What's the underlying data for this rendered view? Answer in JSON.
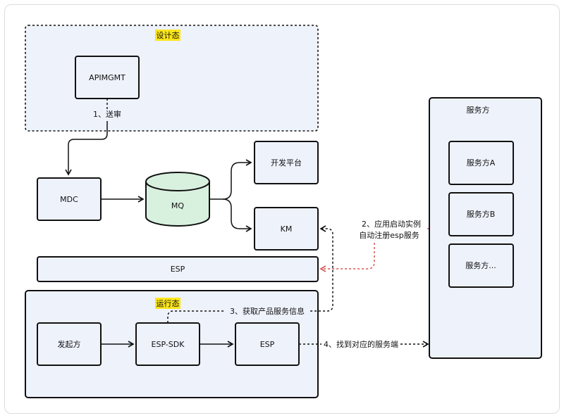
{
  "colors": {
    "box_fill": "#eef2fb",
    "mq_fill": "#d8f1df",
    "highlight": "#fce61a",
    "red_link": "#d9534f",
    "stroke": "#111111"
  },
  "labels": {
    "design_state": "设计态",
    "apimgmt": "APIMGMT",
    "step1": "1、送审",
    "mdc": "MDC",
    "mq": "MQ",
    "dev_platform": "开发平台",
    "km": "KM",
    "esp_bar": "ESP",
    "runtime_state": "运行态",
    "initiator": "发起方",
    "esp_sdk": "ESP-SDK",
    "esp_runtime": "ESP",
    "step3": "3、获取产品服务信息",
    "step4": "4、找到对应的服务端",
    "step2_line1": "2、应用启动实例",
    "step2_line2": "自动注册esp服务",
    "provider_group": "服务方",
    "provider_a": "服务方A",
    "provider_b": "服务方B",
    "provider_more": "服务方..."
  }
}
